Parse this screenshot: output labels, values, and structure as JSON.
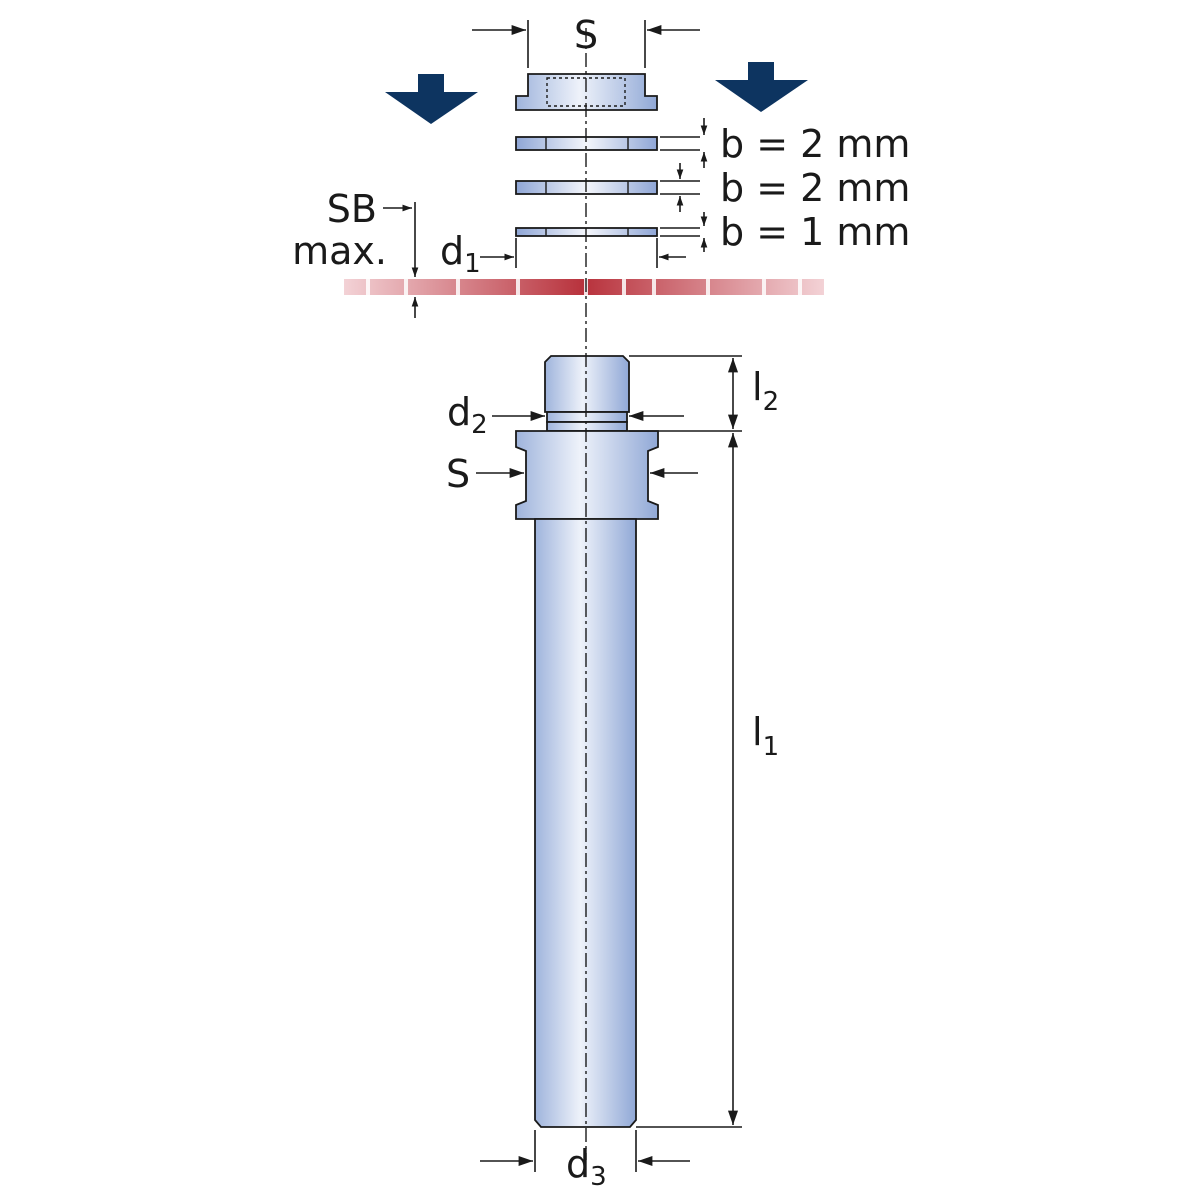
{
  "labels": {
    "s_top": "S",
    "b1": "b = 2 mm",
    "b2": "b = 2 mm",
    "b3": "b = 1 mm",
    "sb": "SB",
    "max": "max.",
    "d1_base": "d",
    "d1_sub": "1",
    "l2_base": "l",
    "l2_sub": "2",
    "d2_base": "d",
    "d2_sub": "2",
    "s_side": "S",
    "l1_base": "l",
    "l1_sub": "1",
    "d3_base": "d",
    "d3_sub": "3"
  },
  "colors": {
    "arrow": "#0d3460",
    "metal": "#a9bde0",
    "metal_light": "#e6ecf7",
    "sheet_red": "#b3303a",
    "sheet_light": "#f6dcdf",
    "line": "#1a1a1a"
  }
}
